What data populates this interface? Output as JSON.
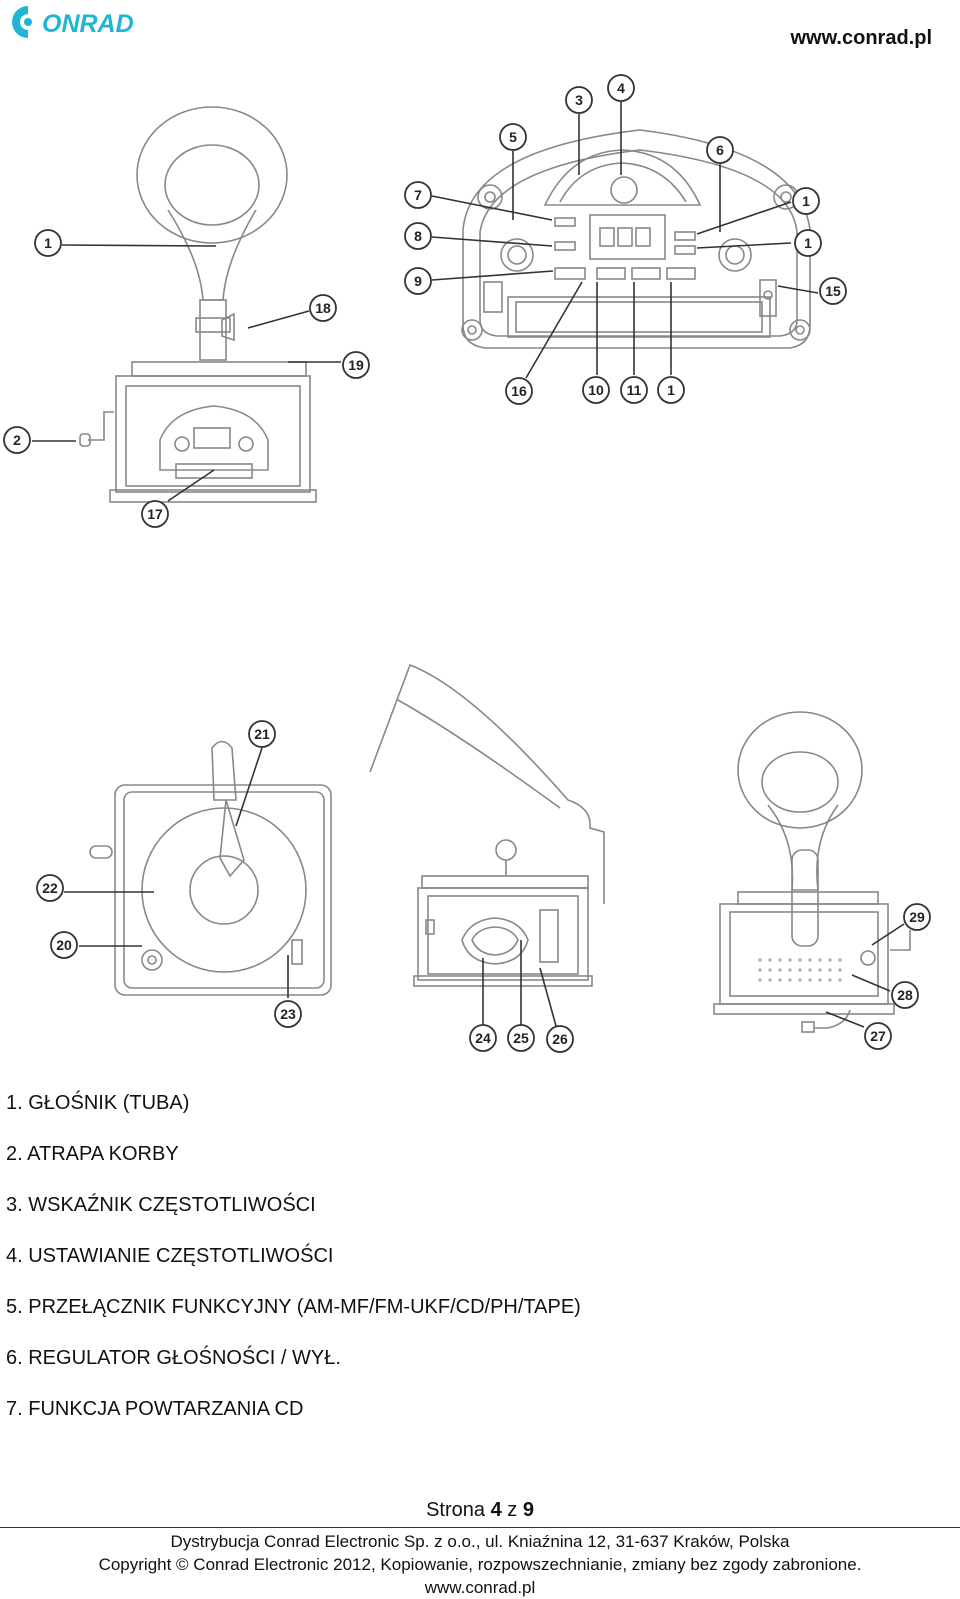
{
  "header": {
    "brand": "CONRAD",
    "url": "www.conrad.pl"
  },
  "figure_callouts": [
    "1",
    "3",
    "4",
    "5",
    "6",
    "7",
    "8",
    "9",
    "1",
    "1",
    "15",
    "16",
    "10",
    "11",
    "1",
    "18",
    "19",
    "2",
    "17",
    "21",
    "22",
    "20",
    "23",
    "24",
    "25",
    "26",
    "29",
    "28",
    "27"
  ],
  "legend": [
    "1. GŁOŚNIK (TUBA)",
    "2. ATRAPA KORBY",
    "3. WSKAŹNIK CZĘSTOTLIWOŚCI",
    "4. USTAWIANIE CZĘSTOTLIWOŚCI",
    "5. PRZEŁĄCZNIK FUNKCYJNY (AM-MF/FM-UKF/CD/PH/TAPE)",
    "6. REGULATOR GŁOŚNOŚCI / WYŁ.",
    "7. FUNKCJA POWTARZANIA CD"
  ],
  "page": {
    "label": "Strona",
    "current": "4",
    "sep": "z",
    "total": "9"
  },
  "footer": {
    "line1": "Dystrybucja Conrad Electronic Sp. z o.o., ul. Kniaźnina 12, 31-637 Kraków, Polska",
    "line2": "Copyright © Conrad Electronic 2012, Kopiowanie, rozpowszechnianie, zmiany bez zgody zabronione.",
    "line3": "www.conrad.pl"
  },
  "colors": {
    "brand": "#21b5d4",
    "line": "#333333",
    "drawing": "#888888"
  }
}
